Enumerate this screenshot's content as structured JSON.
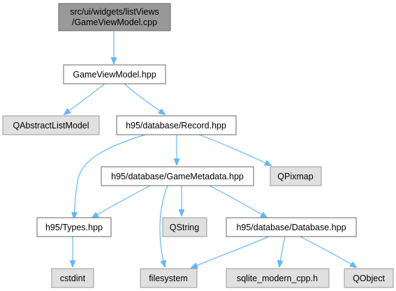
{
  "colors": {
    "edge": "#63b8ff",
    "root_fill": "#999999",
    "root_stroke": "#666666",
    "doc_fill": "#ffffff",
    "doc_stroke": "#666666",
    "ext_fill": "#e0e0e0",
    "ext_stroke": "#999999"
  },
  "nodes": {
    "root": {
      "line1": "src/ui/widgets/listViews",
      "line2": "/GameViewModel.cpp",
      "kind": "root"
    },
    "gvm": {
      "label": "GameViewModel.hpp",
      "kind": "doc"
    },
    "qalm": {
      "label": "QAbstractListModel",
      "kind": "external"
    },
    "record": {
      "label": "h95/database/Record.hpp",
      "kind": "doc"
    },
    "gmeta": {
      "label": "h95/database/GameMetadata.hpp",
      "kind": "doc"
    },
    "qpixmap": {
      "label": "QPixmap",
      "kind": "external"
    },
    "types": {
      "label": "h95/Types.hpp",
      "kind": "doc"
    },
    "qstring": {
      "label": "QString",
      "kind": "external"
    },
    "database": {
      "label": "h95/database/Database.hpp",
      "kind": "doc"
    },
    "cstdint": {
      "label": "cstdint",
      "kind": "external"
    },
    "filesystem": {
      "label": "filesystem",
      "kind": "external"
    },
    "sqlite": {
      "label": "sqlite_modern_cpp.h",
      "kind": "external"
    },
    "qobject": {
      "label": "QObject",
      "kind": "external"
    }
  },
  "edges": [
    [
      "root",
      "gvm"
    ],
    [
      "gvm",
      "qalm"
    ],
    [
      "gvm",
      "record"
    ],
    [
      "record",
      "types"
    ],
    [
      "record",
      "gmeta"
    ],
    [
      "record",
      "qpixmap"
    ],
    [
      "gmeta",
      "types"
    ],
    [
      "gmeta",
      "qstring"
    ],
    [
      "gmeta",
      "filesystem"
    ],
    [
      "gmeta",
      "database"
    ],
    [
      "types",
      "cstdint"
    ],
    [
      "database",
      "filesystem"
    ],
    [
      "database",
      "sqlite"
    ],
    [
      "database",
      "qobject"
    ]
  ]
}
